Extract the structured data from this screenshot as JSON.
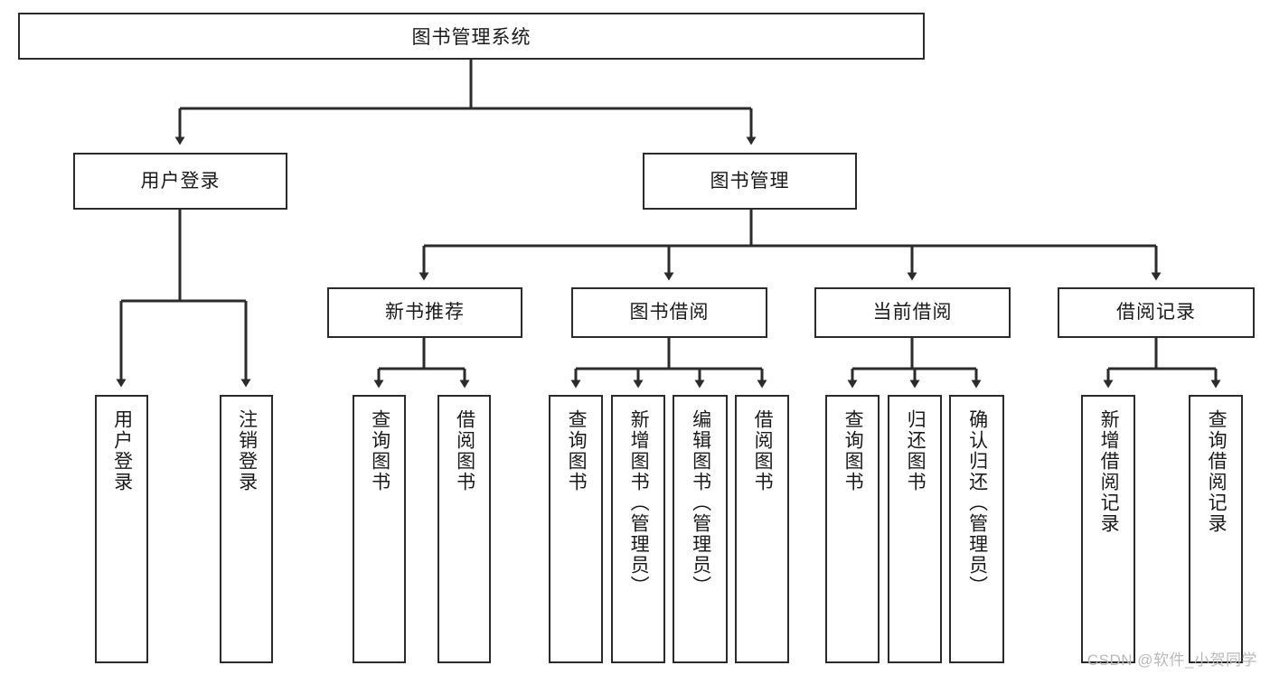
{
  "diagram": {
    "title": "图书管理系统",
    "type": "功能结构图",
    "watermark": "CSDN @软件_小贺同学",
    "colors": {
      "box_stroke": "#2b2b2b",
      "box_fill": "#ffffff",
      "edge": "#2b2b2b",
      "text": "#1a1a1a",
      "watermark": "#b9b9b9",
      "background": "#ffffff"
    },
    "nodes": {
      "root": {
        "label": "图书管理系统"
      },
      "level2": [
        {
          "id": "user_login",
          "label": "用户登录"
        },
        {
          "id": "book_manage",
          "label": "图书管理"
        }
      ],
      "level3": [
        {
          "id": "new_book_rec",
          "label": "新书推荐"
        },
        {
          "id": "book_borrow",
          "label": "图书借阅"
        },
        {
          "id": "current_borrow",
          "label": "当前借阅"
        },
        {
          "id": "borrow_record",
          "label": "借阅记录"
        }
      ],
      "leaves": {
        "user_login": [
          {
            "id": "leaf_user_login",
            "label": "用户登录"
          },
          {
            "id": "leaf_user_logout",
            "label": "注销登录"
          }
        ],
        "new_book_rec": [
          {
            "id": "leaf_query_book_1",
            "label": "查询图书"
          },
          {
            "id": "leaf_borrow_book_1",
            "label": "借阅图书"
          }
        ],
        "book_borrow": [
          {
            "id": "leaf_query_book_2",
            "label": "查询图书"
          },
          {
            "id": "leaf_add_book",
            "label": "新增图书（管理员）"
          },
          {
            "id": "leaf_edit_book",
            "label": "编辑图书（管理员）"
          },
          {
            "id": "leaf_borrow_book_2",
            "label": "借阅图书"
          }
        ],
        "current_borrow": [
          {
            "id": "leaf_query_book_3",
            "label": "查询图书"
          },
          {
            "id": "leaf_return_book",
            "label": "归还图书"
          },
          {
            "id": "leaf_confirm_return",
            "label": "确认归还（管理员）"
          }
        ],
        "borrow_record": [
          {
            "id": "leaf_add_record",
            "label": "新增借阅记录"
          },
          {
            "id": "leaf_query_record",
            "label": "查询借阅记录"
          }
        ]
      }
    }
  }
}
